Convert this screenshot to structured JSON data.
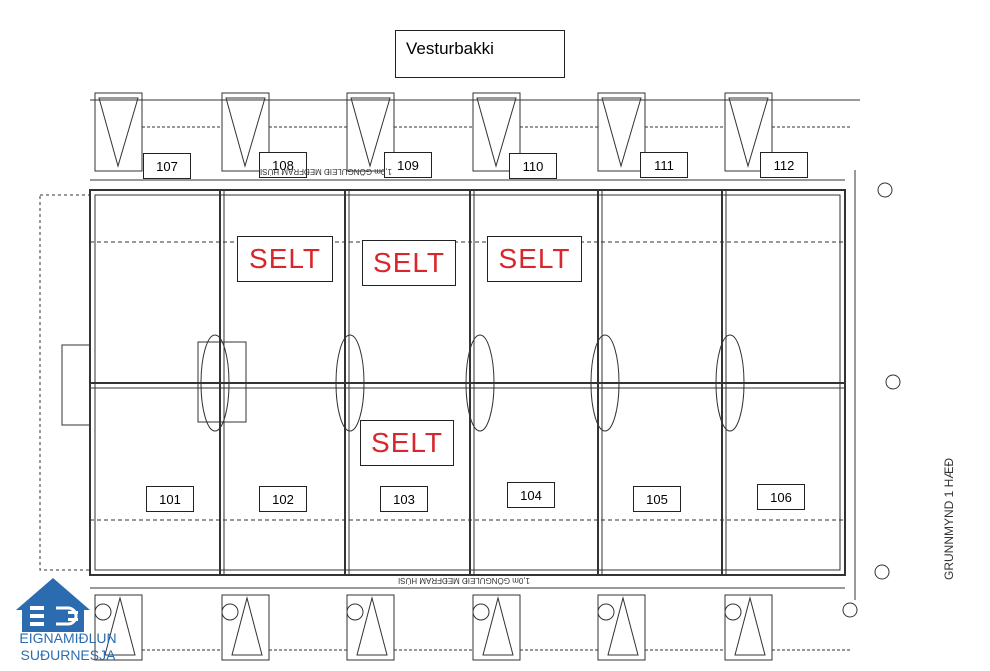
{
  "title": "Vesturbakki",
  "units_top": [
    {
      "number": "107"
    },
    {
      "number": "108"
    },
    {
      "number": "109"
    },
    {
      "number": "110"
    },
    {
      "number": "111"
    },
    {
      "number": "112"
    }
  ],
  "units_bottom": [
    {
      "number": "101"
    },
    {
      "number": "102"
    },
    {
      "number": "103"
    },
    {
      "number": "104"
    },
    {
      "number": "105"
    },
    {
      "number": "106"
    }
  ],
  "sold_label": "SELT",
  "sold_units": [
    "108",
    "109",
    "110",
    "103"
  ],
  "drawing_title": "GRUNNMYND 1 HÆÐ",
  "walkway_top": "1,0m GÖNGULEIÐ MEÐFRAM HÚSI",
  "walkway_bottom": "1,0m GÖNGULEIÐ MEÐFRAM HÚSI",
  "logo": {
    "line1": "EIGNAMIÐLUN",
    "line2": "SUÐURNESJA",
    "color": "#2b6cb0"
  },
  "colors": {
    "sold": "#d8262c",
    "lines": "#333333"
  }
}
